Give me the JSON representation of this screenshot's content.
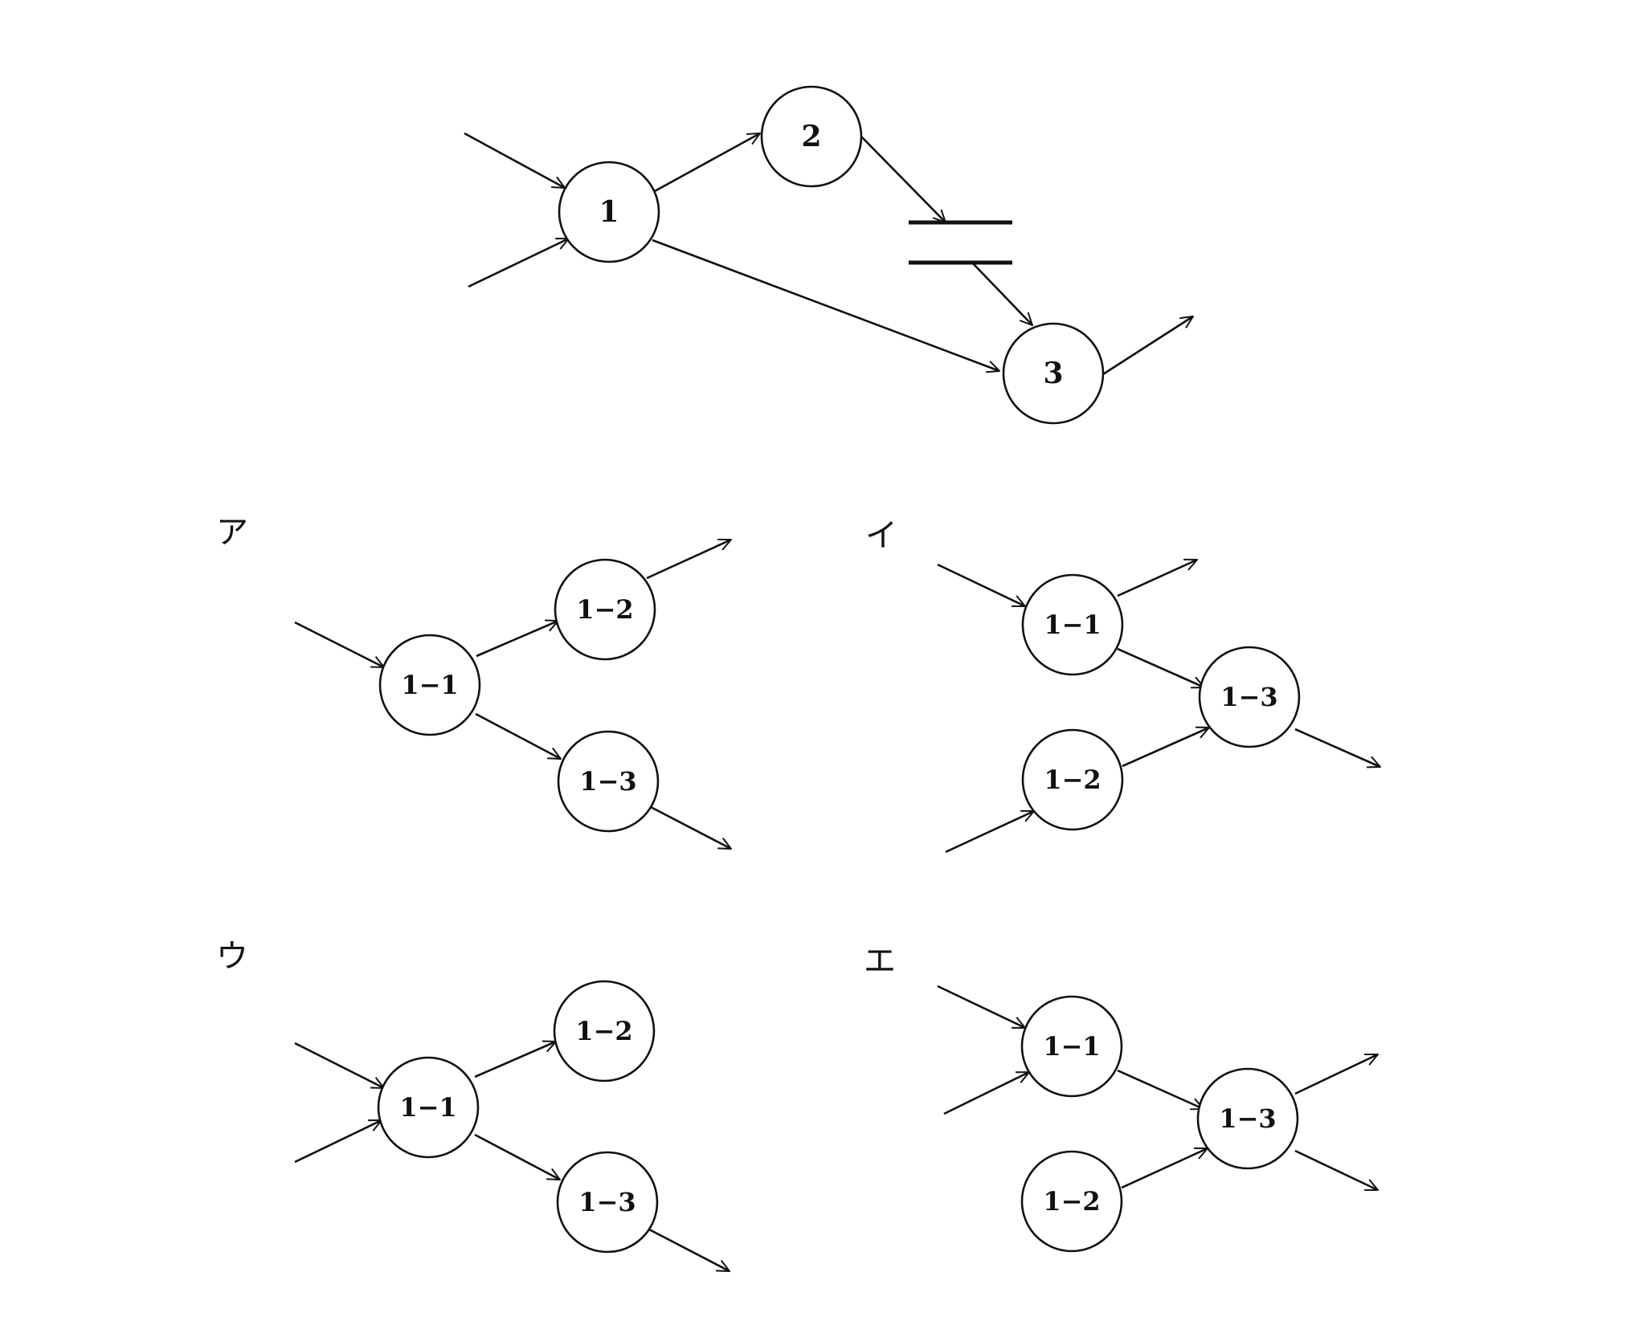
{
  "diagrams": {
    "main": {
      "nodes": [
        {
          "label": "1"
        },
        {
          "label": "2"
        },
        {
          "label": "3"
        }
      ]
    },
    "options": [
      {
        "label": "ア",
        "nodes": [
          {
            "label": "1−1"
          },
          {
            "label": "1−2"
          },
          {
            "label": "1−3"
          }
        ]
      },
      {
        "label": "イ",
        "nodes": [
          {
            "label": "1−1"
          },
          {
            "label": "1−3"
          },
          {
            "label": "1−2"
          }
        ]
      },
      {
        "label": "ウ",
        "nodes": [
          {
            "label": "1−1"
          },
          {
            "label": "1−2"
          },
          {
            "label": "1−3"
          }
        ]
      },
      {
        "label": "エ",
        "nodes": [
          {
            "label": "1−1"
          },
          {
            "label": "1−3"
          },
          {
            "label": "1−2"
          }
        ]
      }
    ]
  }
}
